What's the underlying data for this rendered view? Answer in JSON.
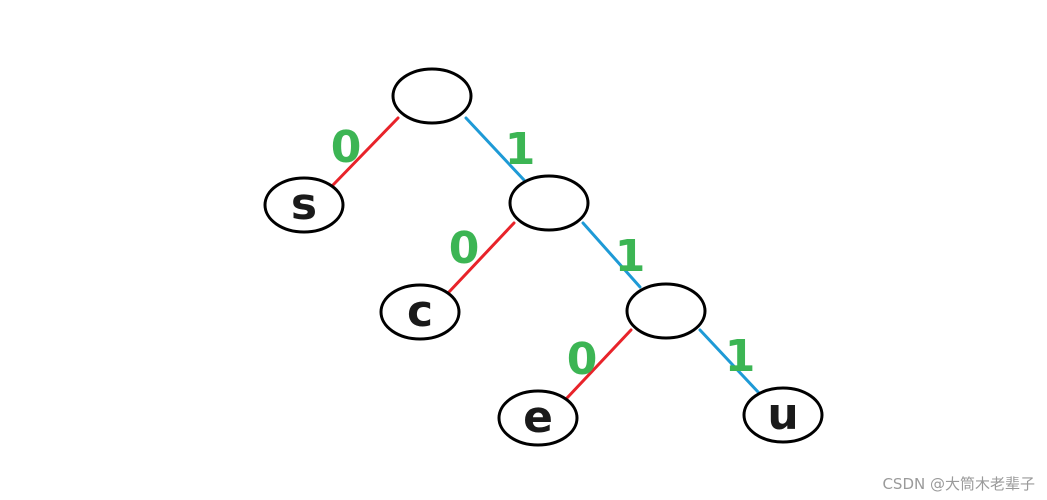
{
  "diagram": {
    "type": "binary-tree",
    "colors": {
      "left_edge": "#e8232a",
      "right_edge": "#1e9ad6",
      "edge_label": "#3cb554",
      "node_stroke": "#000000",
      "node_fill": "#ffffff"
    },
    "nodes": [
      {
        "id": "root",
        "label": ""
      },
      {
        "id": "n1",
        "label": ""
      },
      {
        "id": "n2",
        "label": ""
      },
      {
        "id": "s",
        "label": "s"
      },
      {
        "id": "c",
        "label": "c"
      },
      {
        "id": "e",
        "label": "e"
      },
      {
        "id": "u",
        "label": "u"
      }
    ],
    "edges": [
      {
        "from": "root",
        "to": "s",
        "label": "0",
        "side": "left"
      },
      {
        "from": "root",
        "to": "n1",
        "label": "1",
        "side": "right"
      },
      {
        "from": "n1",
        "to": "c",
        "label": "0",
        "side": "left"
      },
      {
        "from": "n1",
        "to": "n2",
        "label": "1",
        "side": "right"
      },
      {
        "from": "n2",
        "to": "e",
        "label": "0",
        "side": "left"
      },
      {
        "from": "n2",
        "to": "u",
        "label": "1",
        "side": "right"
      }
    ]
  },
  "watermark": {
    "text": "CSDN @大筒木老辈子"
  }
}
